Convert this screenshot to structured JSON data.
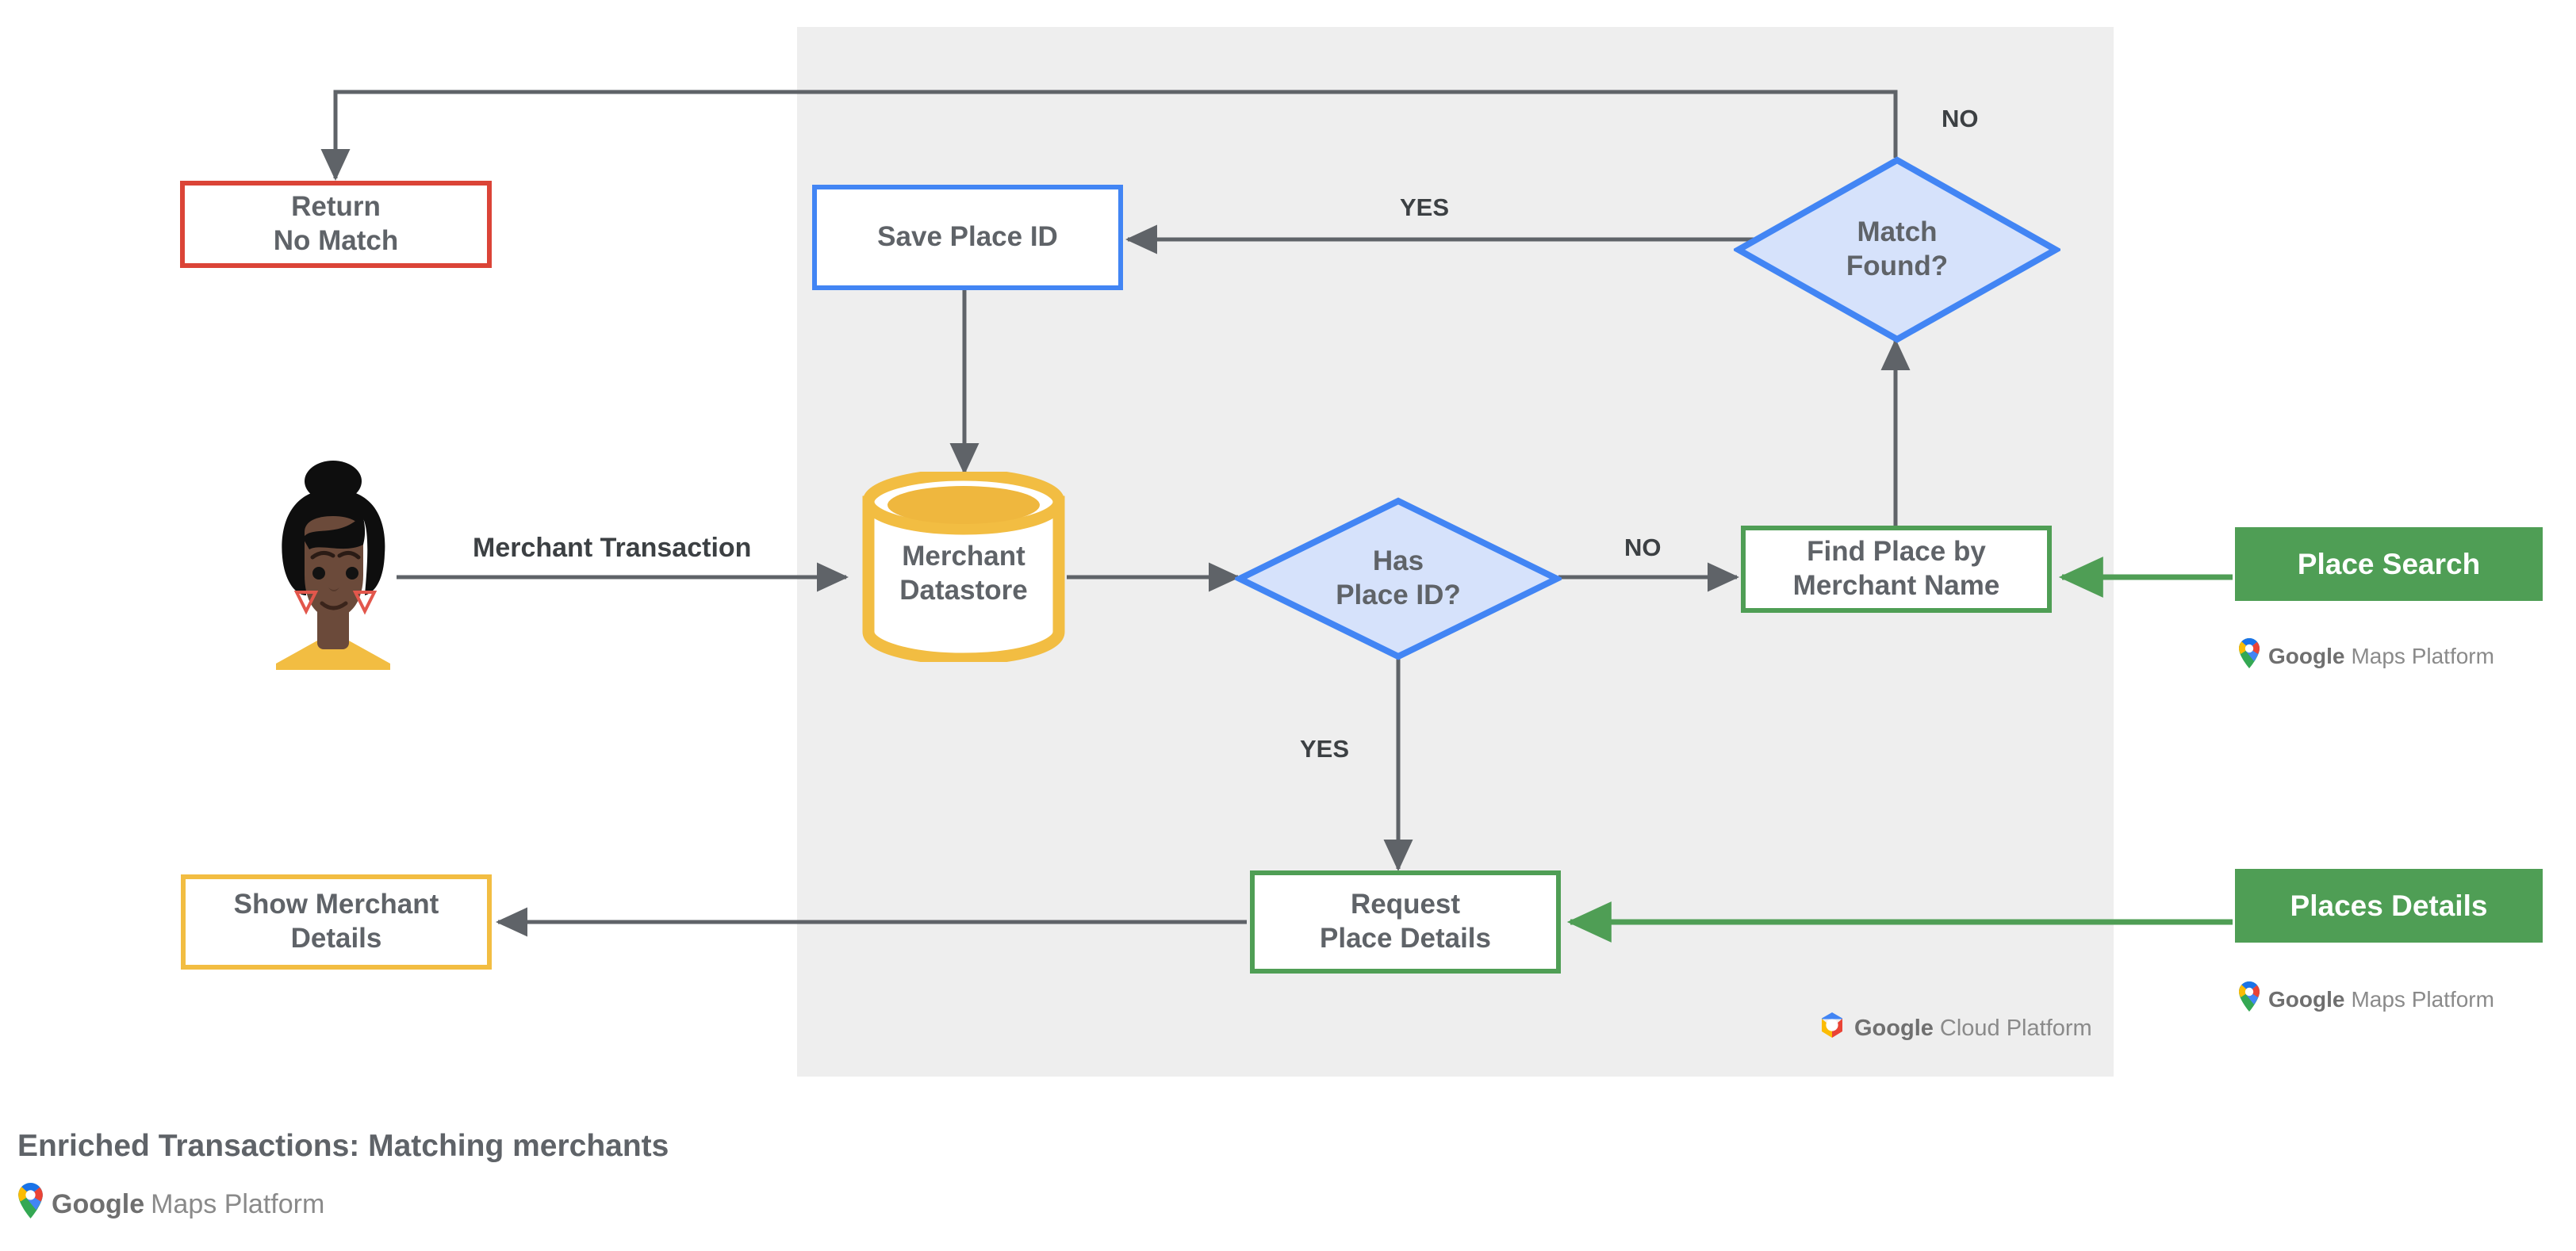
{
  "diagram": {
    "title": "Enriched Transactions: Matching merchants",
    "panel": {
      "name": "Google Cloud Platform"
    },
    "colors": {
      "panel_bg": "#EEEEEE",
      "red": "#DB4437",
      "blue": "#4285F4",
      "blue_fill": "#D6E2FB",
      "green": "#4F9E55",
      "yellow": "#F2BD42",
      "arrow_gray": "#5F6368",
      "text_gray": "#5F6368"
    },
    "nodes": [
      {
        "id": "return-no-match",
        "label": "Return\nNo Match",
        "shape": "rect",
        "accent": "red"
      },
      {
        "id": "save-place-id",
        "label": "Save Place ID",
        "shape": "rect",
        "accent": "blue"
      },
      {
        "id": "merchant-datastore",
        "label": "Merchant\nDatastore",
        "shape": "cylinder",
        "accent": "yellow"
      },
      {
        "id": "has-place-id",
        "label": "Has\nPlace ID?",
        "shape": "diamond",
        "accent": "blue"
      },
      {
        "id": "match-found",
        "label": "Match\nFound?",
        "shape": "diamond",
        "accent": "blue"
      },
      {
        "id": "find-place",
        "label": "Find Place by\nMerchant Name",
        "shape": "rect",
        "accent": "green"
      },
      {
        "id": "request-details",
        "label": "Request\nPlace Details",
        "shape": "rect",
        "accent": "green"
      },
      {
        "id": "show-merchant",
        "label": "Show Merchant\nDetails",
        "shape": "rect",
        "accent": "yellow"
      }
    ],
    "api_buttons": [
      {
        "id": "place-search",
        "label": "Place Search",
        "brand": "Google Maps Platform"
      },
      {
        "id": "places-details",
        "label": "Places Details",
        "brand": "Google Maps Platform"
      }
    ],
    "edge_labels": {
      "merchant_transaction": "Merchant Transaction",
      "has_place_id_no": "NO",
      "has_place_id_yes": "YES",
      "match_found_yes": "YES",
      "match_found_no": "NO"
    },
    "brands": {
      "maps_bold": "Google",
      "maps_light": "Maps Platform",
      "cloud_bold": "Google",
      "cloud_light": "Cloud Platform"
    },
    "actor": {
      "name": "merchant-customer-avatar"
    }
  }
}
